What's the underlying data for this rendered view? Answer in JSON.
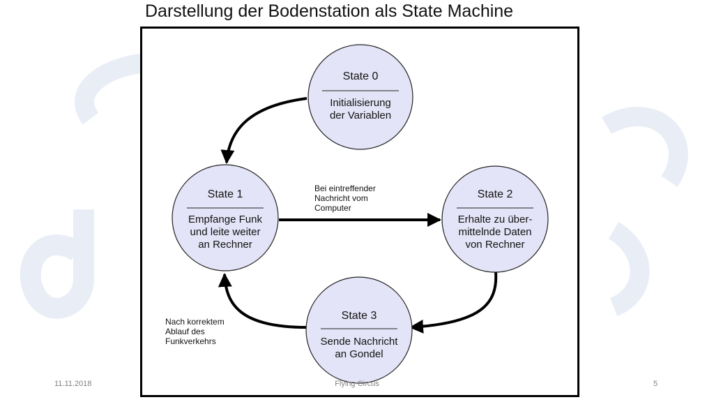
{
  "title": "Darstellung der Bodenstation als State Machine",
  "states": [
    {
      "name": "State 0",
      "lines": [
        "Initialisierung",
        "der Variablen"
      ]
    },
    {
      "name": "State 1",
      "lines": [
        "Empfange Funk",
        "und leite weiter",
        "an Rechner"
      ]
    },
    {
      "name": "State 2",
      "lines": [
        "Erhalte zu über-",
        "mittelnde Daten",
        "von Rechner"
      ]
    },
    {
      "name": "State 3",
      "lines": [
        "Sende Nachricht",
        "an Gondel"
      ]
    }
  ],
  "transition_labels": {
    "s1_to_s2": [
      "Bei eintreffender",
      "Nachricht vom",
      "Computer"
    ],
    "s3_to_s1": [
      "Nach korrektem",
      "Ablauf des",
      "Funkverkehrs"
    ]
  },
  "footer": {
    "date": "11.11.2018",
    "center": "Flying Circus",
    "page": "5"
  },
  "colors": {
    "state_fill": "#e4e4f8",
    "state_stroke": "#222222",
    "watermark": "#e9eef6"
  }
}
